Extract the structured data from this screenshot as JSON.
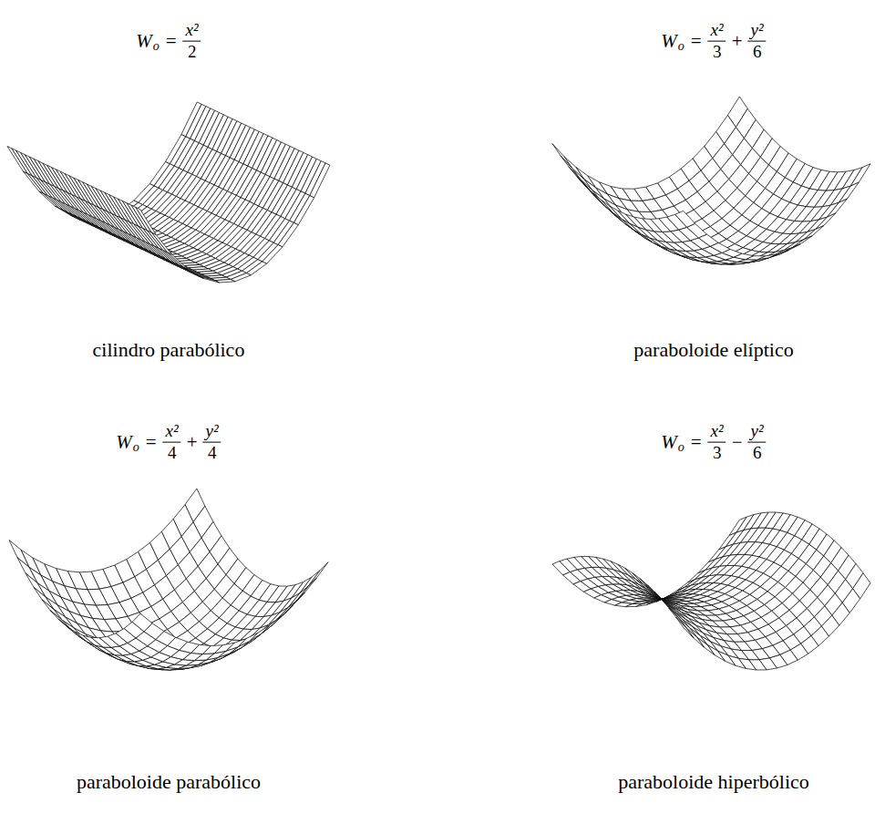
{
  "diagram": {
    "labels": [
      "W",
      "o",
      "=",
      "x²",
      "2",
      "W",
      "o",
      "=",
      "x²",
      "3",
      "+",
      "y²",
      "6",
      "cilindro parabólico",
      "paraboloide elíptico",
      "W",
      "o",
      "=",
      "x²",
      "4",
      "+",
      "y²",
      "4",
      "W",
      "o",
      "=",
      "x²",
      "3",
      "−",
      "y²",
      "6",
      "paraboloide parabólico",
      "paraboloide hiperbólico"
    ]
  }
}
